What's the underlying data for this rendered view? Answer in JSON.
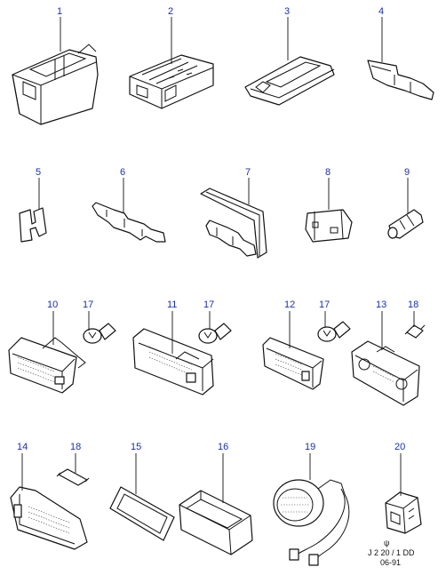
{
  "diagram": {
    "callouts": [
      {
        "id": "c1",
        "label": "1"
      },
      {
        "id": "c2",
        "label": "2"
      },
      {
        "id": "c3",
        "label": "3"
      },
      {
        "id": "c4",
        "label": "4"
      },
      {
        "id": "c5",
        "label": "5"
      },
      {
        "id": "c6",
        "label": "6"
      },
      {
        "id": "c7",
        "label": "7"
      },
      {
        "id": "c8",
        "label": "8"
      },
      {
        "id": "c9",
        "label": "9"
      },
      {
        "id": "c10",
        "label": "10"
      },
      {
        "id": "c17a",
        "label": "17"
      },
      {
        "id": "c11",
        "label": "11"
      },
      {
        "id": "c17b",
        "label": "17"
      },
      {
        "id": "c12",
        "label": "12"
      },
      {
        "id": "c17c",
        "label": "17"
      },
      {
        "id": "c13",
        "label": "13"
      },
      {
        "id": "c18a",
        "label": "18"
      },
      {
        "id": "c14",
        "label": "14"
      },
      {
        "id": "c18b",
        "label": "18"
      },
      {
        "id": "c15",
        "label": "15"
      },
      {
        "id": "c16",
        "label": "16"
      },
      {
        "id": "c19",
        "label": "19"
      },
      {
        "id": "c20",
        "label": "20"
      }
    ],
    "reference": {
      "symbol": "ψ",
      "code": "J 2 20 / 1 DD",
      "date": "06-91"
    }
  }
}
